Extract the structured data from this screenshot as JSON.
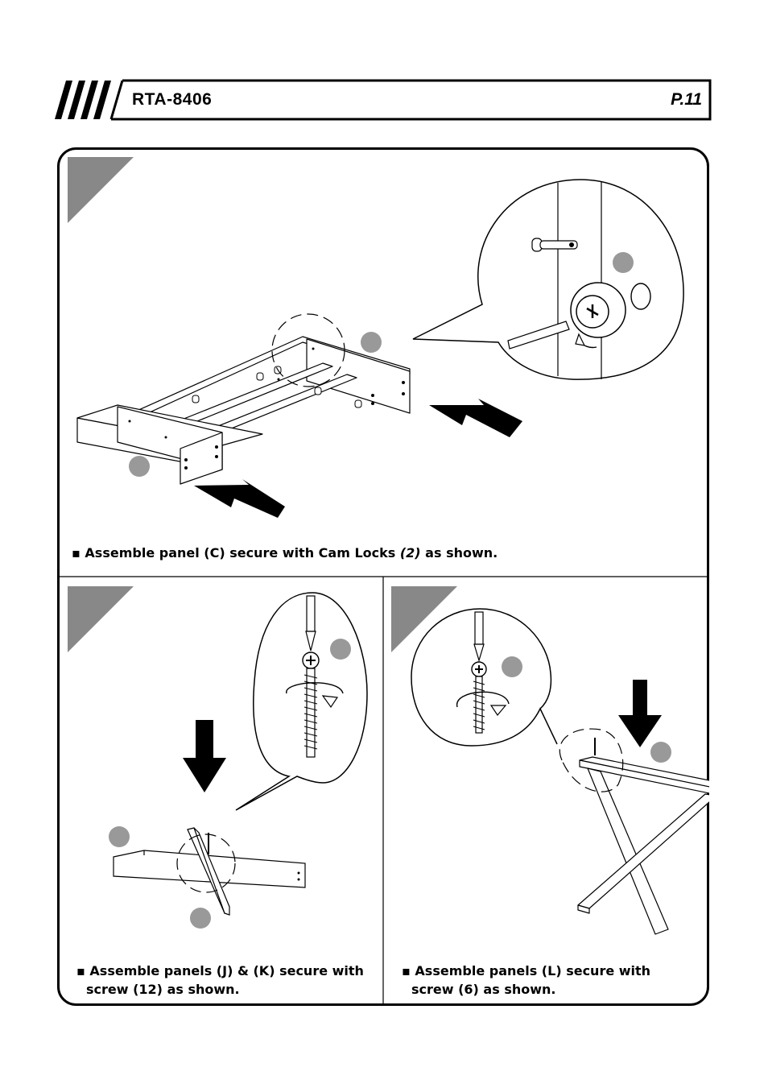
{
  "header": {
    "model": "RTA-8406",
    "page": "P.11"
  },
  "steps": [
    {
      "caption_pre": "Assemble  panel (C) secure with Cam Locks ",
      "caption_em": "(2)",
      "caption_post": " as shown."
    },
    {
      "caption_line1": "Assemble  panels (J) & (K) secure with",
      "caption_line2": "screw (12) as shown."
    },
    {
      "caption_line1": "Assemble panels (L) secure with",
      "caption_line2": "screw (6) as shown."
    }
  ],
  "colors": {
    "ink": "#000000",
    "step_marker": "#888888",
    "label_dot": "#999999"
  }
}
